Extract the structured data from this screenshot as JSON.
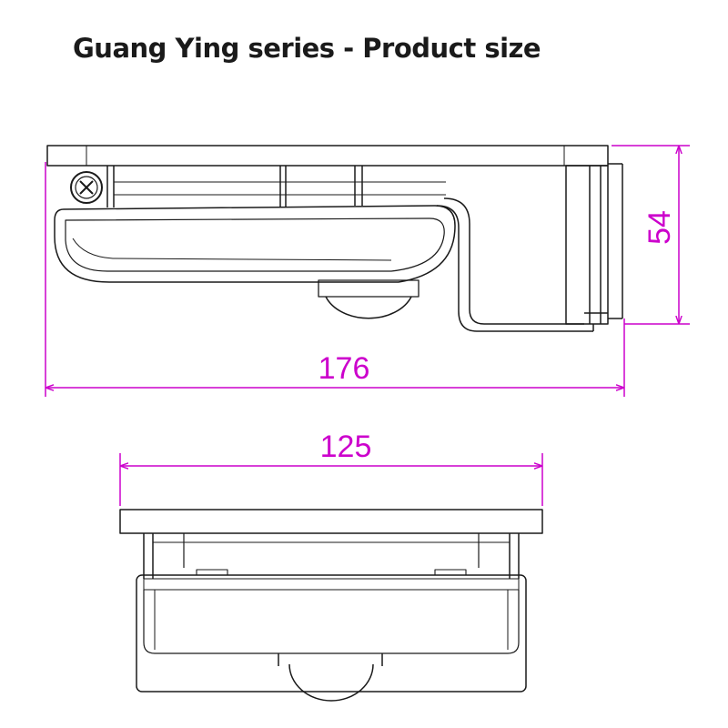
{
  "title": "Guang Ying series - Product size",
  "dimension_color": "#cc00cc",
  "line_color": "#1a1a1a",
  "dimensions": {
    "side_width": "176",
    "side_height": "54",
    "front_width": "125"
  },
  "views": [
    "side-view",
    "front-view"
  ]
}
